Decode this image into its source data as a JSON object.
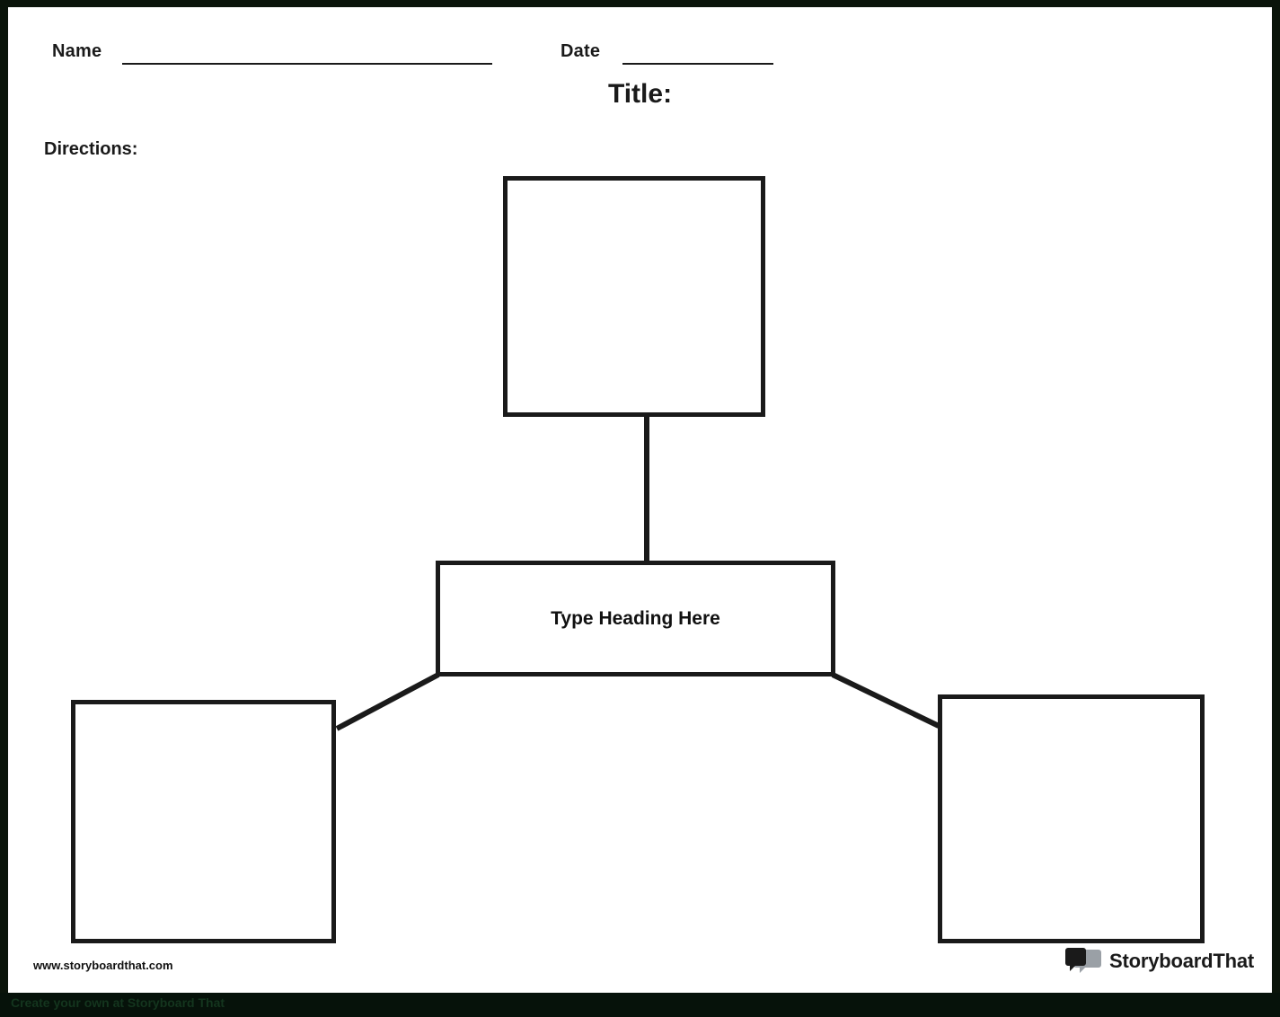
{
  "header": {
    "name_label": "Name",
    "date_label": "Date",
    "title": "Title:",
    "directions_label": "Directions:"
  },
  "diagram": {
    "type": "spider-web-graphic-organizer",
    "nodes": [
      {
        "id": "top",
        "text": ""
      },
      {
        "id": "heading",
        "text": "Type Heading Here"
      },
      {
        "id": "left",
        "text": ""
      },
      {
        "id": "right",
        "text": ""
      }
    ],
    "connectors": [
      {
        "from": "heading",
        "to": "top"
      },
      {
        "from": "heading",
        "to": "left"
      },
      {
        "from": "heading",
        "to": "right"
      }
    ],
    "line_color": "#1a1a1a"
  },
  "footer": {
    "url": "www.storyboardthat.com",
    "brand": "StoryboardThat",
    "strip_text": "Create your own at Storyboard That"
  }
}
